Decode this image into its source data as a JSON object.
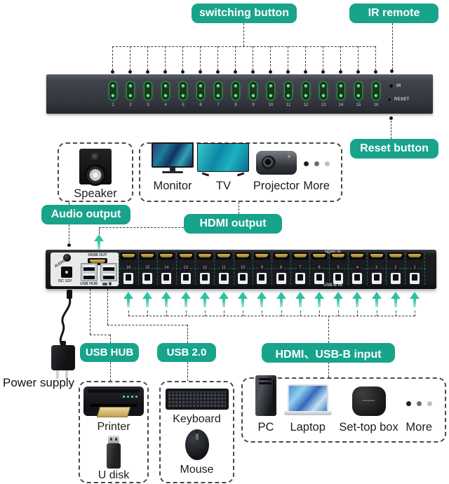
{
  "colors": {
    "teal": "#18a38b",
    "arrow": "#2fc0a2"
  },
  "callouts": {
    "switching_button": "switching button",
    "ir_remote": "IR remote",
    "reset_button": "Reset button",
    "audio_output": "Audio output",
    "hdmi_output": "HDMI output",
    "usb_hub": "USB HUB",
    "usb_2_0": "USB 2.0",
    "hdmi_usb_b_input": "HDMI、USB-B input",
    "power_supply": "Power supply"
  },
  "front_panel": {
    "button_numbers": [
      "1",
      "2",
      "3",
      "4",
      "5",
      "6",
      "7",
      "8",
      "9",
      "10",
      "11",
      "12",
      "13",
      "14",
      "15",
      "16"
    ],
    "ir_label": "IR",
    "reset_label": "RESET"
  },
  "rear_panel": {
    "audio_label": "AUDIO",
    "hdmi_out_label": "HDMI OUT",
    "dc_label": "DC 12V",
    "usb_hub_label": "USB HUB",
    "hdmi_in_label": "HDMI IN",
    "usb_b_in_label": "USB-B IN",
    "port_numbers": [
      "16",
      "15",
      "14",
      "13",
      "12",
      "11",
      "10",
      "9",
      "8",
      "7",
      "6",
      "5",
      "4",
      "3",
      "2",
      "1"
    ]
  },
  "device_boxes": {
    "speaker": {
      "label": "Speaker"
    },
    "hdmi_outputs": {
      "items": [
        {
          "label": "Monitor"
        },
        {
          "label": "TV"
        },
        {
          "label": "Projector"
        },
        {
          "label": "More"
        }
      ]
    },
    "usb_hub_devices": {
      "items": [
        {
          "label": "Printer"
        },
        {
          "label": "U disk"
        }
      ]
    },
    "usb_2_0_devices": {
      "items": [
        {
          "label": "Keyboard"
        },
        {
          "label": "Mouse"
        }
      ]
    },
    "inputs": {
      "items": [
        {
          "label": "PC"
        },
        {
          "label": "Laptop"
        },
        {
          "label": "Set-top box"
        },
        {
          "label": "More"
        }
      ]
    }
  }
}
